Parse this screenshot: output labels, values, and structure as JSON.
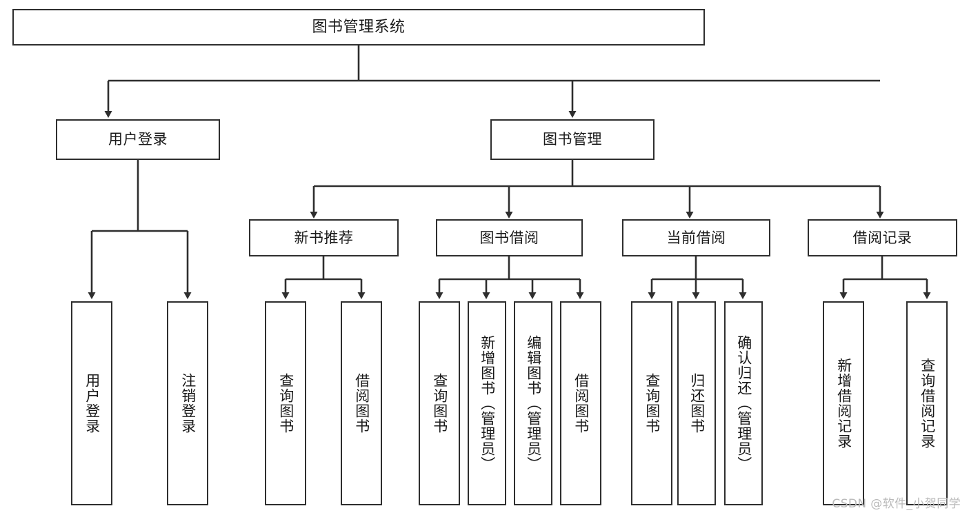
{
  "diagram": {
    "title": "图书管理系统",
    "type": "tree",
    "orientation": "top-down",
    "style": {
      "box_fill": "#ffffff",
      "box_stroke": "#2e2e2e",
      "connector_stroke": "#2e2e2e",
      "text_color": "#1a1a1a",
      "background": "#ffffff"
    },
    "root": {
      "label": "图书管理系统"
    },
    "level2": [
      {
        "label": "用户登录"
      },
      {
        "label": "图书管理"
      }
    ],
    "level3": [
      {
        "label": "新书推荐"
      },
      {
        "label": "图书借阅"
      },
      {
        "label": "当前借阅"
      },
      {
        "label": "借阅记录"
      }
    ],
    "leaves": {
      "user_login": [
        {
          "label": "用户登录"
        },
        {
          "label": "注销登录"
        }
      ],
      "new_book_recommend": [
        {
          "label": "查询图书"
        },
        {
          "label": "借阅图书"
        }
      ],
      "book_borrow": [
        {
          "label": "查询图书"
        },
        {
          "label": "新增图书（管理员）"
        },
        {
          "label": "编辑图书（管理员）"
        },
        {
          "label": "借阅图书"
        }
      ],
      "current_borrow": [
        {
          "label": "查询图书"
        },
        {
          "label": "归还图书"
        },
        {
          "label": "确认归还（管理员）"
        }
      ],
      "borrow_record": [
        {
          "label": "新增借阅记录"
        },
        {
          "label": "查询借阅记录"
        }
      ]
    }
  },
  "watermark": {
    "text": "CSDN @软件_小贺同学"
  }
}
